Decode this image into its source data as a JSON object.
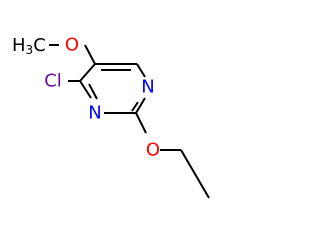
{
  "molecule": {
    "atoms": {
      "methyl_label": {
        "text": "H3C",
        "color": "#000000"
      },
      "ether_o_top": {
        "text": "O",
        "color": "#ff0000"
      },
      "n_top": {
        "text": "N",
        "color": "#0000ff"
      },
      "n_bottom": {
        "text": "N",
        "color": "#0000ff"
      },
      "ether_o_bottom": {
        "text": "O",
        "color": "#ff0000"
      },
      "chlorine": {
        "text": "Cl",
        "color": "#6a0da0"
      }
    }
  }
}
